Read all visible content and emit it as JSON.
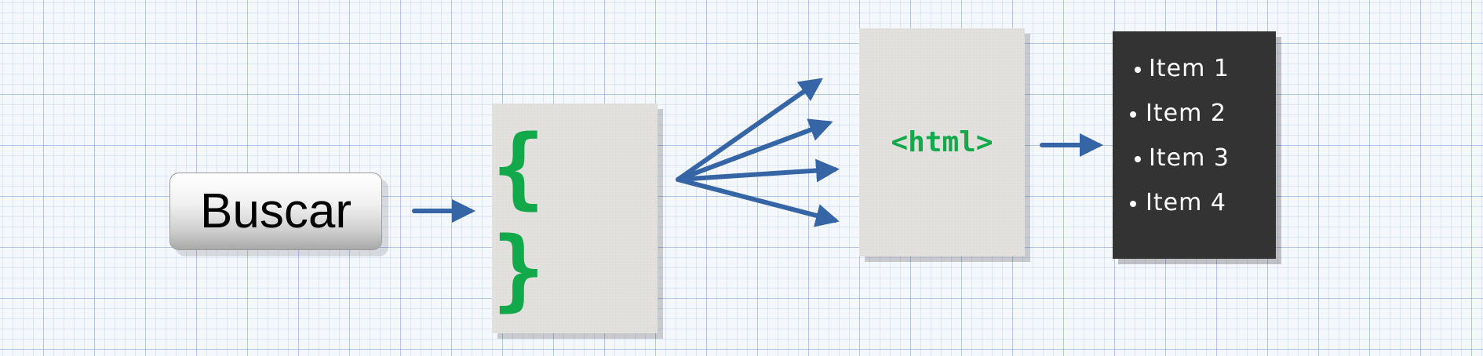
{
  "search_button": {
    "label": "Buscar"
  },
  "json_card": {
    "symbol": "{ }"
  },
  "html_card": {
    "tag": "<html>"
  },
  "result_list": {
    "items": [
      "Item 1",
      "Item 2",
      "Item 3",
      "Item 4"
    ]
  },
  "colors": {
    "arrow": "#3565a5",
    "accent_green": "#12a94a",
    "list_panel": "#333333",
    "paper": "#e3e1de"
  }
}
